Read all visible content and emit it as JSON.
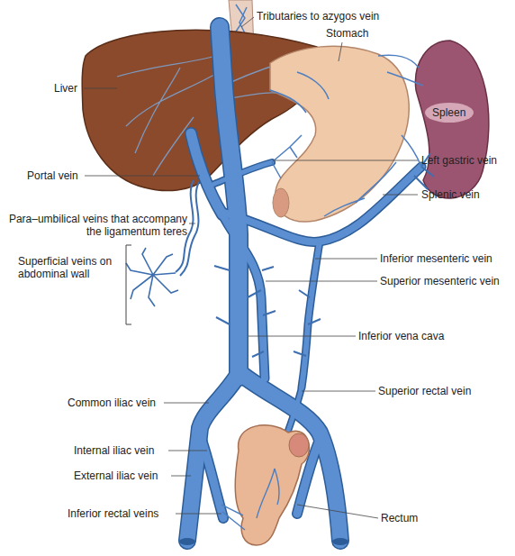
{
  "diagram": {
    "labels": [
      "Tributaries to azygos vein",
      "Stomach",
      "Liver",
      "Spleen",
      "Portal vein",
      "Left gastric vein",
      "Splenic vein",
      "Para–umbilical veins that accompany the ligamentum teres",
      "Superficial veins on abdominal wall",
      "Inferior mesenteric vein",
      "Superior mesenteric vein",
      "Inferior vena cava",
      "Superior rectal vein",
      "Common iliac vein",
      "Internal iliac vein",
      "External iliac vein",
      "Inferior rectal veins",
      "Rectum"
    ]
  }
}
